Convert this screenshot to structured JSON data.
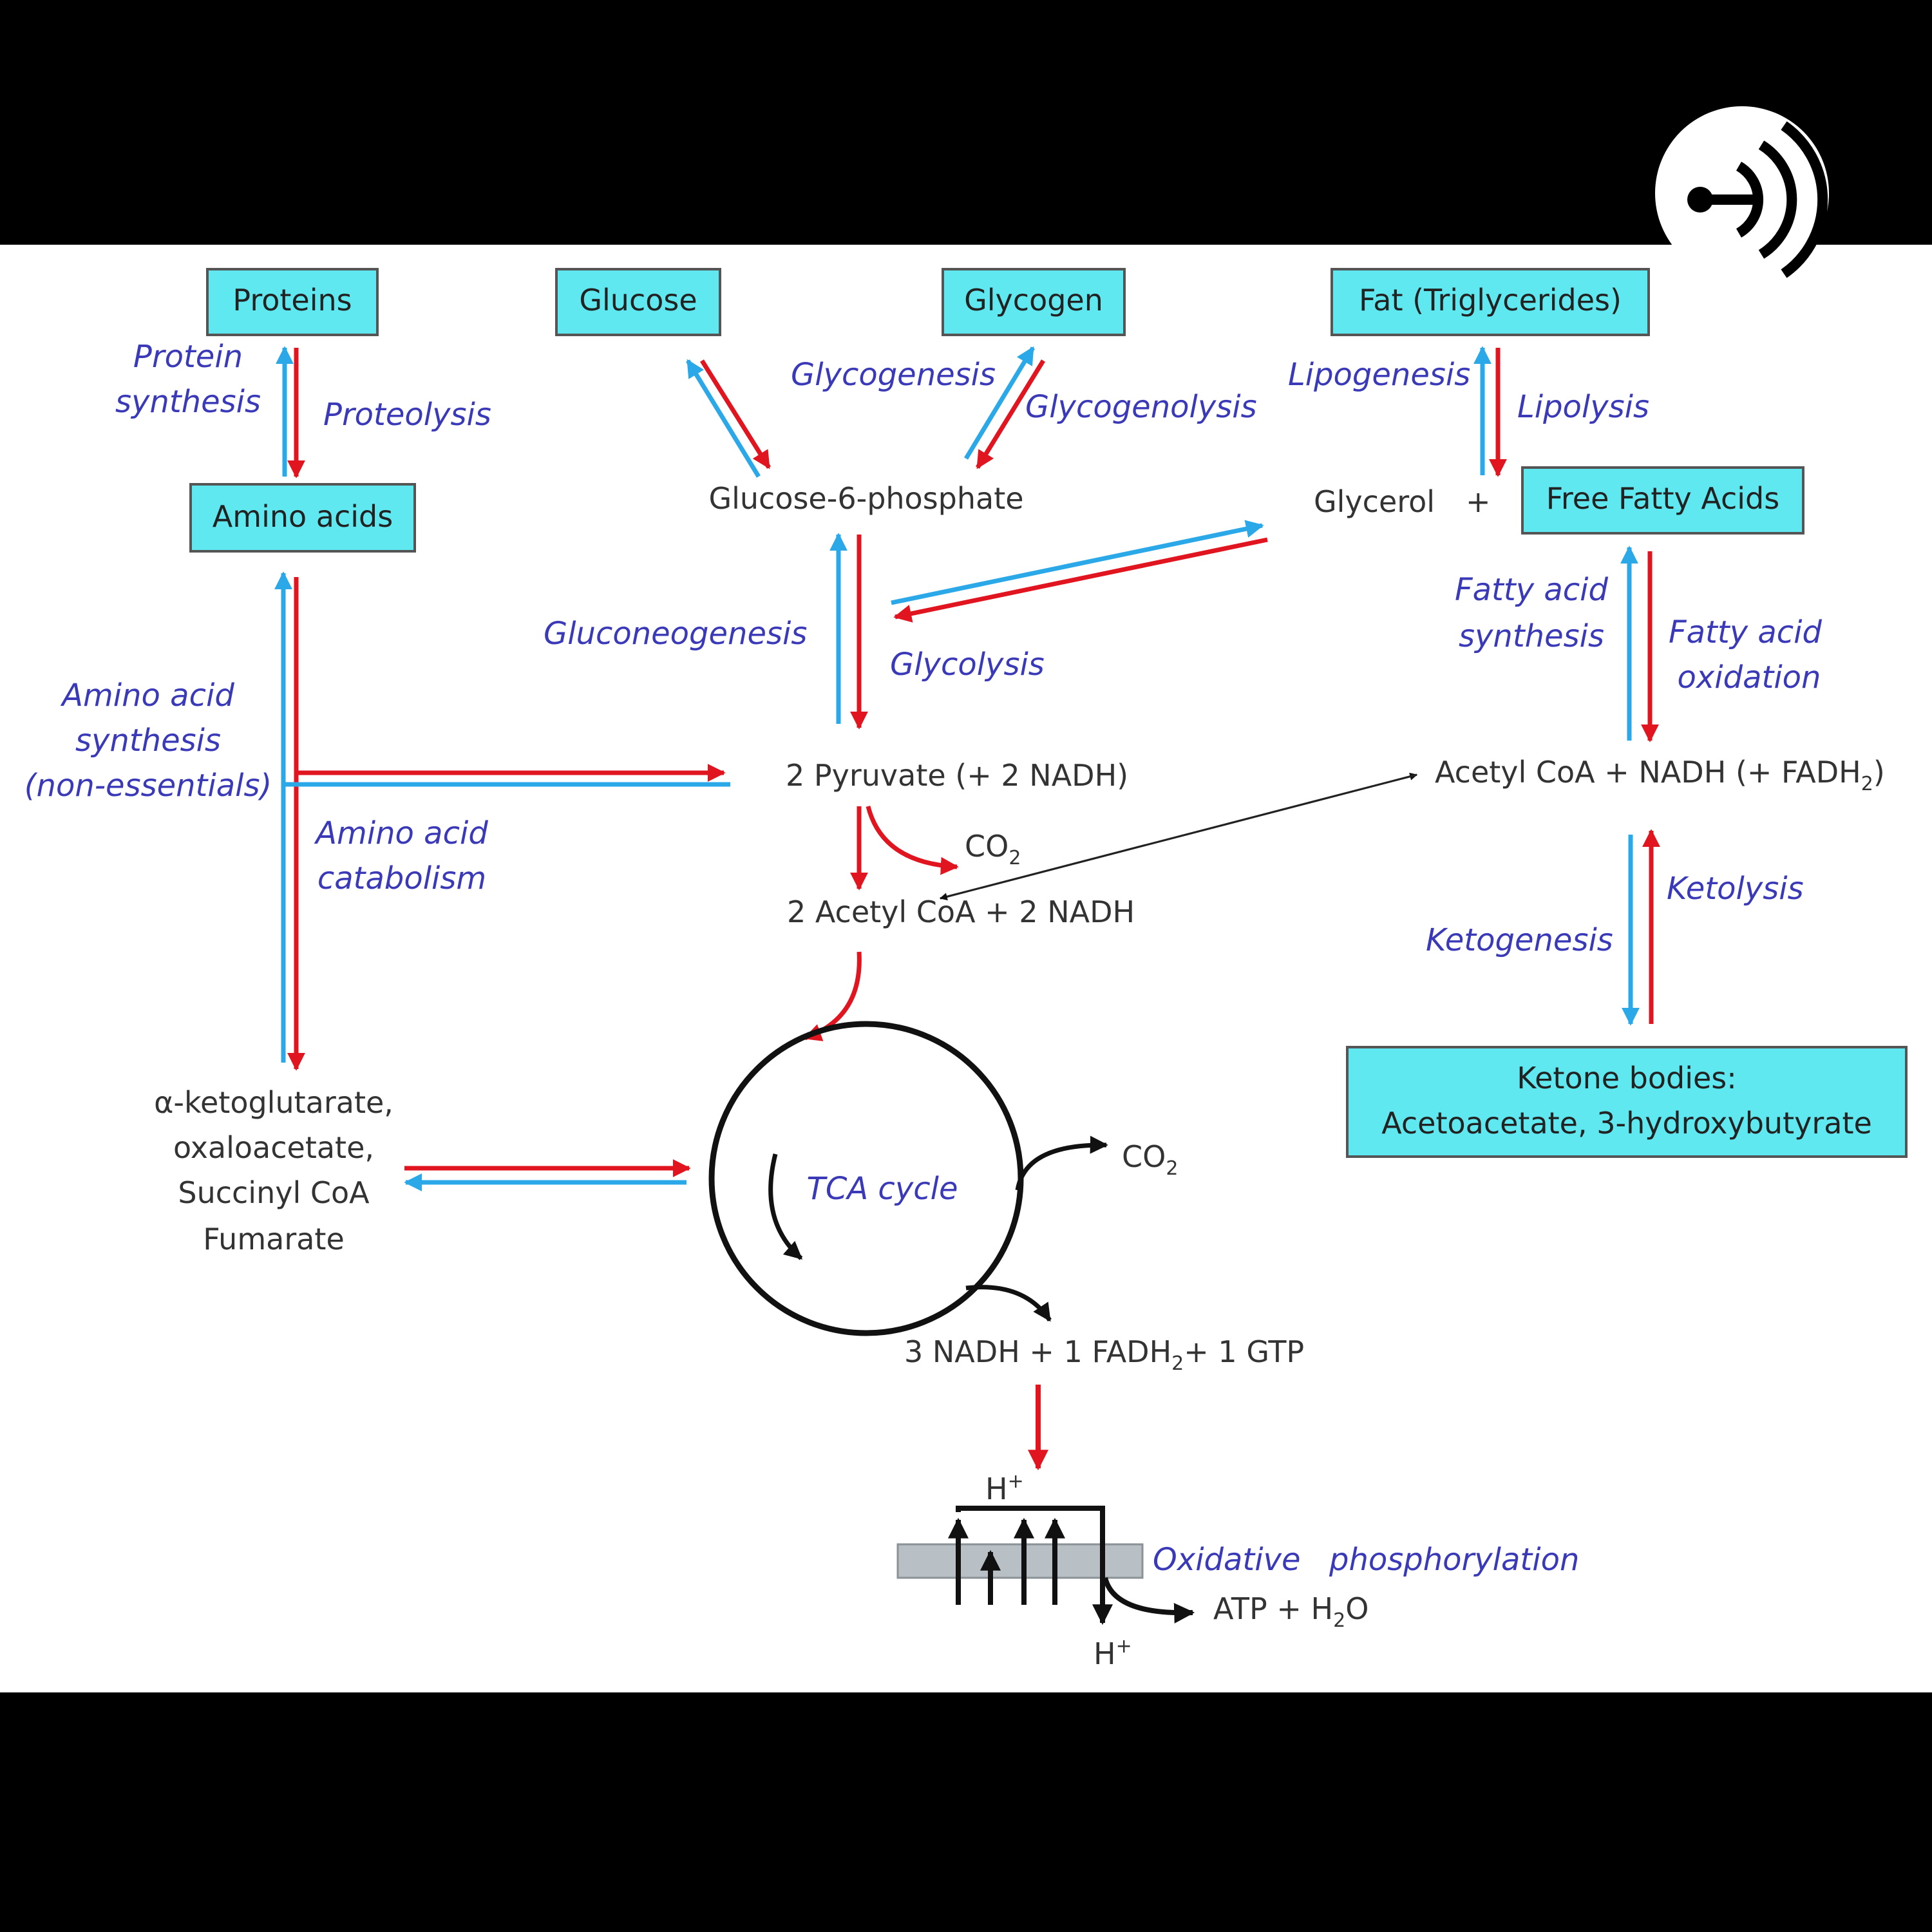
{
  "app": {
    "logo_icon": "podcast-antenna-icon",
    "background": "#000000",
    "panel": "#ffffff"
  },
  "colors": {
    "box_fill": "#5fe8ef",
    "red": "#e0151f",
    "blue": "#2aa8e8",
    "label": "#3a3ab8",
    "text": "#333333"
  },
  "boxes": {
    "proteins": "Proteins",
    "glucose": "Glucose",
    "glycogen": "Glycogen",
    "fat": "Fat (Triglycerides)",
    "amino_acids": "Amino acids",
    "free_fatty_acids": "Free Fatty Acids",
    "ketone_line1": "Ketone bodies:",
    "ketone_line2": "Acetoacetate, 3-hydroxybutyrate"
  },
  "nodes": {
    "g6p": "Glucose-6-phosphate",
    "glycerol": "Glycerol",
    "plus": "+",
    "pyruvate": "2 Pyruvate  (+ 2 NADH)",
    "acetyl2": "2 Acetyl CoA  +  2 NADH",
    "acetyl_fa_a": "Acetyl CoA + NADH (+ FADH",
    "acetyl_fa_sub": "2",
    "acetyl_fa_b": ")",
    "co2_a_main": "CO",
    "co2_a_sub": "2",
    "co2_b_main": "CO",
    "co2_b_sub": "2",
    "akg1": "α-ketoglutarate,",
    "akg2": "oxaloacetate,",
    "akg3": "Succinyl CoA",
    "akg4": "Fumarate",
    "tca_out_a": "3 NADH + 1 FADH",
    "tca_out_sub": "2",
    "tca_out_b": "+ 1 GTP",
    "h_top": "H",
    "h_top_sup": "+",
    "h_bottom": "H",
    "h_bottom_sup": "+",
    "atp_a": "ATP + H",
    "atp_sub": "2",
    "atp_b": "O"
  },
  "processes": {
    "protein_synthesis_1": "Protein",
    "protein_synthesis_2": "synthesis",
    "proteolysis": "Proteolysis",
    "glycogenesis": "Glycogenesis",
    "glycogenolysis": "Glycogenolysis",
    "lipogenesis": "Lipogenesis",
    "lipolysis": "Lipolysis",
    "gluconeogenesis": "Gluconeogenesis",
    "glycolysis": "Glycolysis",
    "fa_synth_1": "Fatty acid",
    "fa_synth_2": "synthesis",
    "fa_ox_1": "Fatty acid",
    "fa_ox_2": "oxidation",
    "aa_synth_1": "Amino acid",
    "aa_synth_2": "synthesis",
    "aa_synth_3": "(non-essentials)",
    "aa_cat_1": "Amino acid",
    "aa_cat_2": "catabolism",
    "ketolysis": "Ketolysis",
    "ketogenesis": "Ketogenesis",
    "tca": "TCA cycle",
    "oxphos_1": "Oxidative",
    "oxphos_2": "phosphorylation"
  }
}
